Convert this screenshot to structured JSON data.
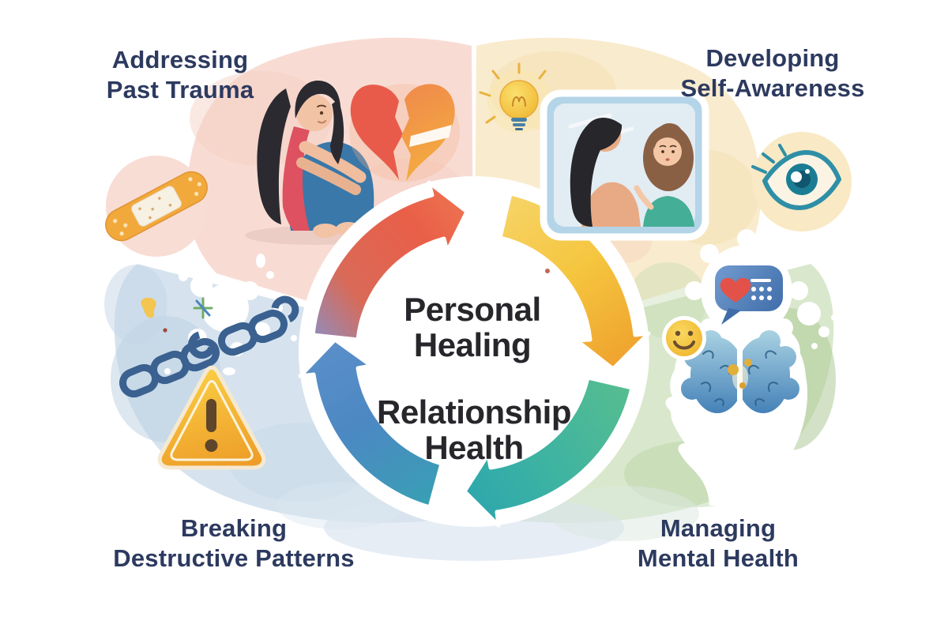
{
  "diagram": {
    "type": "cycle-infographic",
    "center": {
      "label_top_line1": "Personal",
      "label_top_line2": "Healing",
      "label_bottom_line1": "Relationship",
      "label_bottom_line2": "Health"
    },
    "quadrants": {
      "top_left": {
        "label_line1": "Addressing",
        "label_line2": "Past Trauma",
        "color": "#F8DCD4",
        "icons": [
          "bandage-icon",
          "sad-woman-illustration",
          "broken-heart-icon"
        ]
      },
      "top_right": {
        "label_line1": "Developing",
        "label_line2": "Self-Awareness",
        "color": "#F9EBCD",
        "icons": [
          "lightbulb-icon",
          "mirror-reflection-illustration",
          "eye-icon"
        ]
      },
      "bottom_left": {
        "label_line1": "Breaking",
        "label_line2": "Destructive Patterns",
        "color": "#D6E3EE",
        "icons": [
          "broken-chain-icon",
          "paint-splash-icon",
          "warning-triangle-icon"
        ]
      },
      "bottom_right": {
        "label_line1": "Managing",
        "label_line2": "Mental Health",
        "color": "#D9E8CC",
        "icons": [
          "smiley-icon",
          "chat-heart-bubble-icon",
          "brain-head-illustration",
          "thought-dots-icon"
        ]
      }
    },
    "arrows": {
      "direction": "clockwise",
      "top_left_color": "#E8604C",
      "top_right_color": "#F5C43C",
      "bottom_right_color": "#3FB49E",
      "bottom_left_color": "#4C88C3"
    },
    "text_colors": {
      "headings": "#2D3A5F",
      "center": "#26262B"
    }
  }
}
